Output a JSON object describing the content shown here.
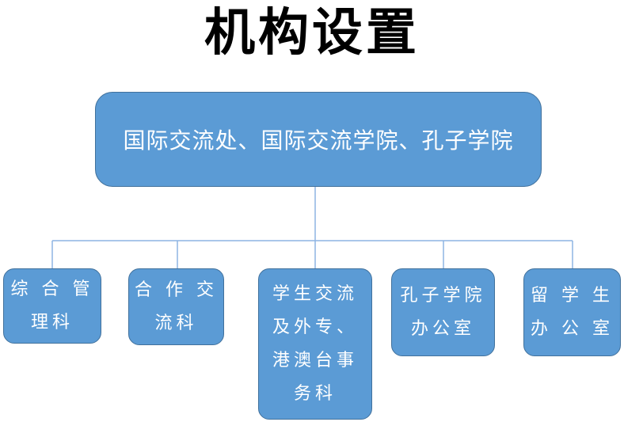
{
  "title": "机构设置",
  "root": {
    "label": "国际交流处、国际交流学院、孔子学院"
  },
  "departments": [
    {
      "label": "综 合 管\n理科"
    },
    {
      "label": "合 作 交\n流科"
    },
    {
      "label": "学生交流\n及外专、\n港澳台事\n务科"
    },
    {
      "label": "孔子学院\n办公室"
    },
    {
      "label": "留 学 生\n办 公 室"
    }
  ],
  "colors": {
    "box_fill": "#5b9bd5",
    "box_border": "#41719c",
    "connector": "#8eb4e3",
    "text": "#ffffff"
  }
}
